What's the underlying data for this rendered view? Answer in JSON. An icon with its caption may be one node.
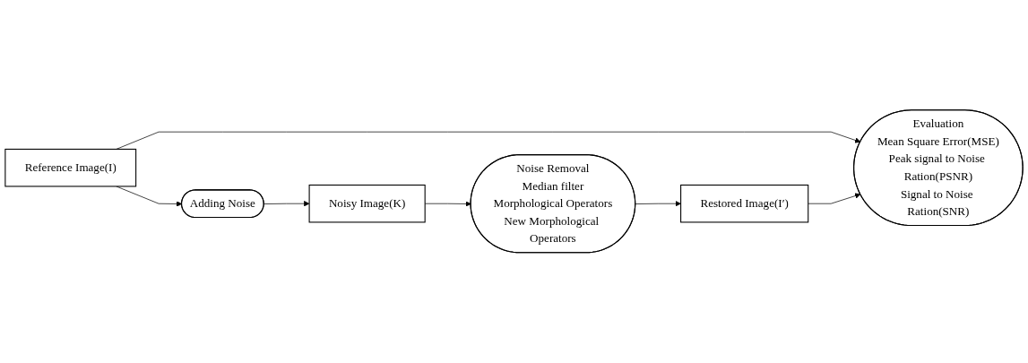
{
  "diagram": {
    "nodes": [
      {
        "text": [
          "Reference Image(I)"
        ]
      },
      {
        "text": [
          "Adding Noise"
        ]
      },
      {
        "text": [
          "Noisy Image(K)"
        ]
      },
      {
        "text": [
          "Evaluation",
          "Mean Square Error(MSE)",
          "Peak signal to Noise Ration(PSNR)",
          "Signal to Noise Ration(SNR)"
        ]
      },
      {
        "text": [
          "Restored Image(I′)"
        ]
      },
      {
        "text": [
          "Noise Removal",
          "Median filter",
          "Morphological Operators",
          "New Morphological Operators"
        ]
      }
    ],
    "edges": [
      {
        "from": 0,
        "to": 1,
        "arrow": "to"
      },
      {
        "from": 1,
        "to": 2,
        "arrow": "to"
      },
      {
        "from": 0,
        "to": 3,
        "arrow": "to"
      },
      {
        "from": 2,
        "to": 5,
        "arrow": "to"
      },
      {
        "from": 5,
        "to": 4,
        "arrow": "to"
      },
      {
        "from": 4,
        "to": 3,
        "arrow": "to"
      }
    ]
  }
}
